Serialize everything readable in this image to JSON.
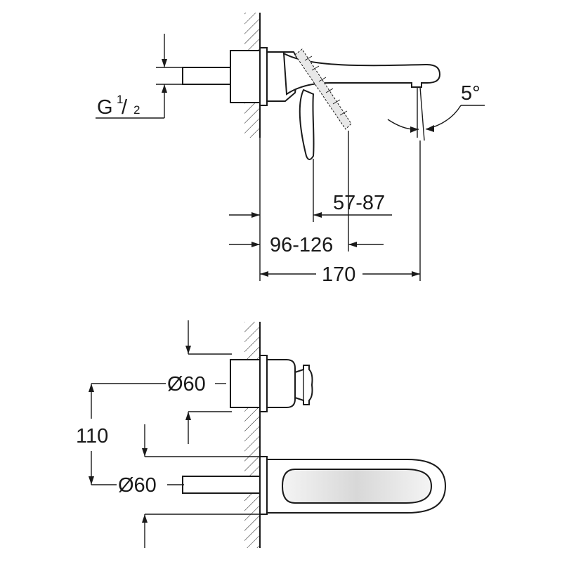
{
  "top_view": {
    "thread_label_main": "G",
    "thread_label_num": "1",
    "thread_label_slash": "/",
    "thread_label_den": "2",
    "angle_label": "5°",
    "dim_lever_range": "57-87",
    "dim_spout_range": "96-126",
    "dim_total": "170"
  },
  "bottom_view": {
    "dia_upper": "Ø60",
    "dia_lower": "Ø60",
    "dim_spacing": "110"
  }
}
